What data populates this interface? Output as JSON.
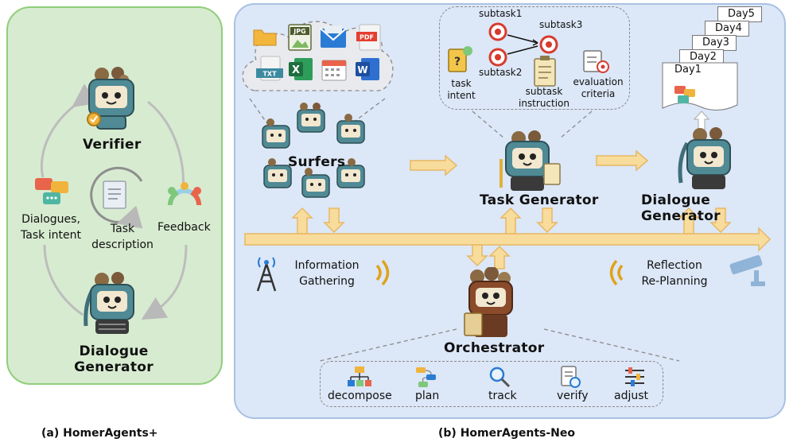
{
  "panel_a": {
    "verifier": "Verifier",
    "dialogues_task_intent": [
      "Dialogues,",
      "Task intent"
    ],
    "task_description": [
      "Task",
      "description"
    ],
    "feedback": "Feedback",
    "dialogue_generator": [
      "Dialogue",
      "Generator"
    ],
    "caption": "(a)  HomerAgents+"
  },
  "panel_b": {
    "surfers": "Surfers",
    "task_generator": "Task Generator",
    "dialogue_generator": "Dialogue Generator",
    "orchestrator": "Orchestrator",
    "information_gathering": [
      "Information",
      "Gathering"
    ],
    "reflection": [
      "Reflection",
      "Re-Planning"
    ],
    "task_box": {
      "subtask1": "subtask1",
      "subtask2": "subtask2",
      "subtask3": "subtask3",
      "task_intent": [
        "task",
        "intent"
      ],
      "subtask_instruction": [
        "subtask",
        "instruction"
      ],
      "evaluation_criteria": [
        "evaluation",
        "criteria"
      ]
    },
    "days": [
      "Day5",
      "Day4",
      "Day3",
      "Day2",
      "Day1"
    ],
    "file_icons": {
      "jpg": "JPG",
      "pdf": "PDF",
      "txt": "TXT",
      "excel": "X",
      "word": "W"
    },
    "tools": [
      "decompose",
      "plan",
      "track",
      "verify",
      "adjust"
    ],
    "caption": "(b) HomerAgents-Neo"
  },
  "colors": {
    "panel_a_bg": "#d7ebd0",
    "panel_b_bg": "#dce7f7",
    "arrow_fill": "#f8dc9c",
    "arrow_stroke": "#e7b863",
    "robot_teal": "#4f8a95",
    "orchestrator_brown": "#8a4b2b"
  }
}
